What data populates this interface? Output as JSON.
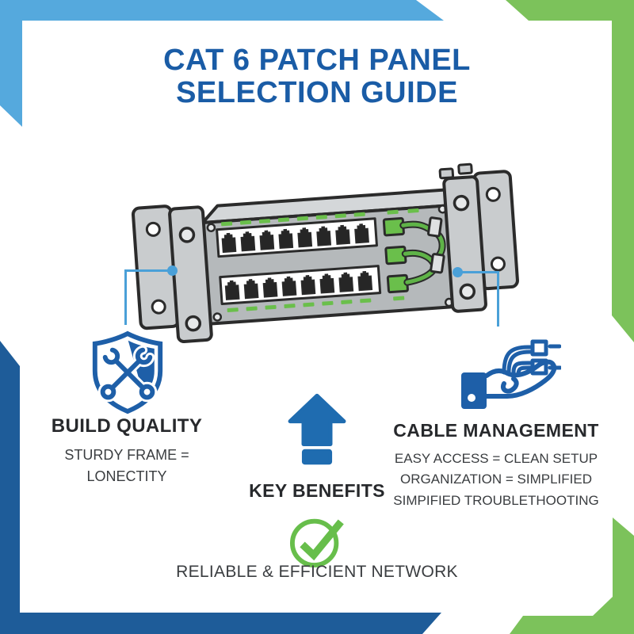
{
  "title": {
    "line1": "CAT 6 PATCH PANEL",
    "line2": "SELECTION GUIDE"
  },
  "illustration": {
    "name": "cat6-patch-panel-drawing",
    "ports_per_row": 8,
    "rows": 2,
    "keystones": 3
  },
  "benefits": {
    "build_quality": {
      "heading": "BUILD QUALITY",
      "lines": [
        "STURDY FRAME =",
        "LONECTITY"
      ]
    },
    "cable_management": {
      "heading": "CABLE MANAGEMENT",
      "lines": [
        "EASY ACCESS = CLEAN SETUP",
        "ORGANIZATION = SIMPLIFIED",
        "SIMPIFIED TROUBLETHOOTING"
      ]
    },
    "key_benefits": {
      "heading": "KEY BENEFITS"
    },
    "footer": {
      "label": "RELIABLE & EFFICIENT NETWORK"
    }
  },
  "icons": {
    "shield": "shield-with-tools-icon",
    "hand": "hand-holding-cables-icon",
    "arrow": "up-arrow-icon",
    "check": "check-circle-icon"
  },
  "colors": {
    "title-blue": "#1A5CA6",
    "accent-blue": "#1F6CB0",
    "icon-blue": "#1E5FA8",
    "light-blue": "#55A9DD",
    "leader-blue": "#4AA0D8",
    "green": "#7CC25B",
    "check-green": "#67BE4B",
    "dark-blue": "#1E5C99",
    "text-dark": "#27292C",
    "text-body": "#3A3D40",
    "outline": "#2B2B2B",
    "panel-gray": "#B5B9BB",
    "panel-light": "#D4D7D9",
    "panel-dark": "#6E7275",
    "plate-gray": "#C9CCCE",
    "keystone-green": "#6ABF4B",
    "cable-green": "#5FB348",
    "port-white": "#FFFFFF",
    "jack-dark": "#262626"
  }
}
